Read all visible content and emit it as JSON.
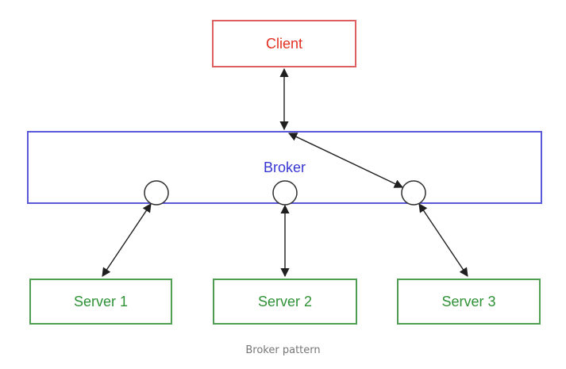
{
  "caption": "Broker pattern",
  "nodes": {
    "client": {
      "label": "Client"
    },
    "broker": {
      "label": "Broker"
    },
    "server1": {
      "label": "Server 1"
    },
    "server2": {
      "label": "Server 2"
    },
    "server3": {
      "label": "Server 3"
    }
  },
  "connections": [
    {
      "from": "client",
      "to": "broker",
      "bidirectional": true
    },
    {
      "from": "broker-top",
      "to": "broker-port-3",
      "bidirectional": true
    },
    {
      "from": "broker-port-1",
      "to": "server1",
      "bidirectional": true
    },
    {
      "from": "broker-port-2",
      "to": "server2",
      "bidirectional": true
    },
    {
      "from": "broker-port-3",
      "to": "server3",
      "bidirectional": true
    }
  ],
  "colors": {
    "client-border": "#dd5f5f",
    "client-text": "#e22f21",
    "broker-border": "#5959d9",
    "broker-text": "#3836d3",
    "server-border": "#4f9d53",
    "server-text": "#2f9135",
    "arrow": "#1f1f1f",
    "port": "#2f2f2f",
    "caption": "#767676"
  }
}
